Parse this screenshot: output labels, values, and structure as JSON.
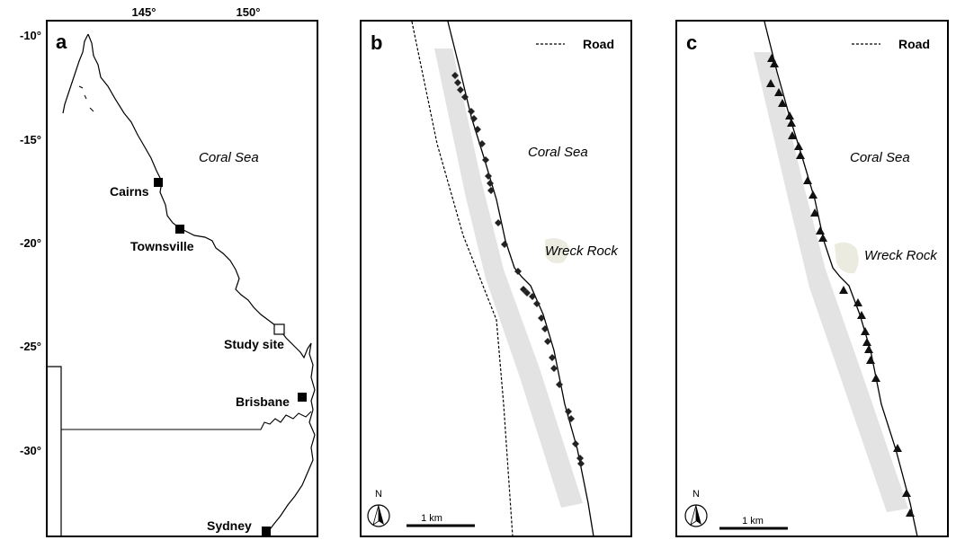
{
  "panel_a": {
    "letter": "a",
    "x_ticks": [
      "145°",
      "150°"
    ],
    "y_ticks": [
      "-10°",
      "-15°",
      "-20°",
      "-25°",
      "-30°"
    ],
    "sea_label": "Coral Sea",
    "places": {
      "cairns": "Cairns",
      "townsville": "Townsville",
      "study_site": "Study site",
      "brisbane": "Brisbane",
      "sydney": "Sydney"
    }
  },
  "panel_b": {
    "letter": "b",
    "legend_label": "Road",
    "sea_label": "Coral Sea",
    "rock_label": "Wreck Rock",
    "north_label": "N",
    "scale_label": "1 km"
  },
  "panel_c": {
    "letter": "c",
    "legend_label": "Road",
    "sea_label": "Coral Sea",
    "rock_label": "Wreck Rock",
    "north_label": "N",
    "scale_label": "1 km"
  },
  "colors": {
    "beach_band": "#e3e3e3",
    "rock": "#ecebdf",
    "ink": "#000000"
  }
}
